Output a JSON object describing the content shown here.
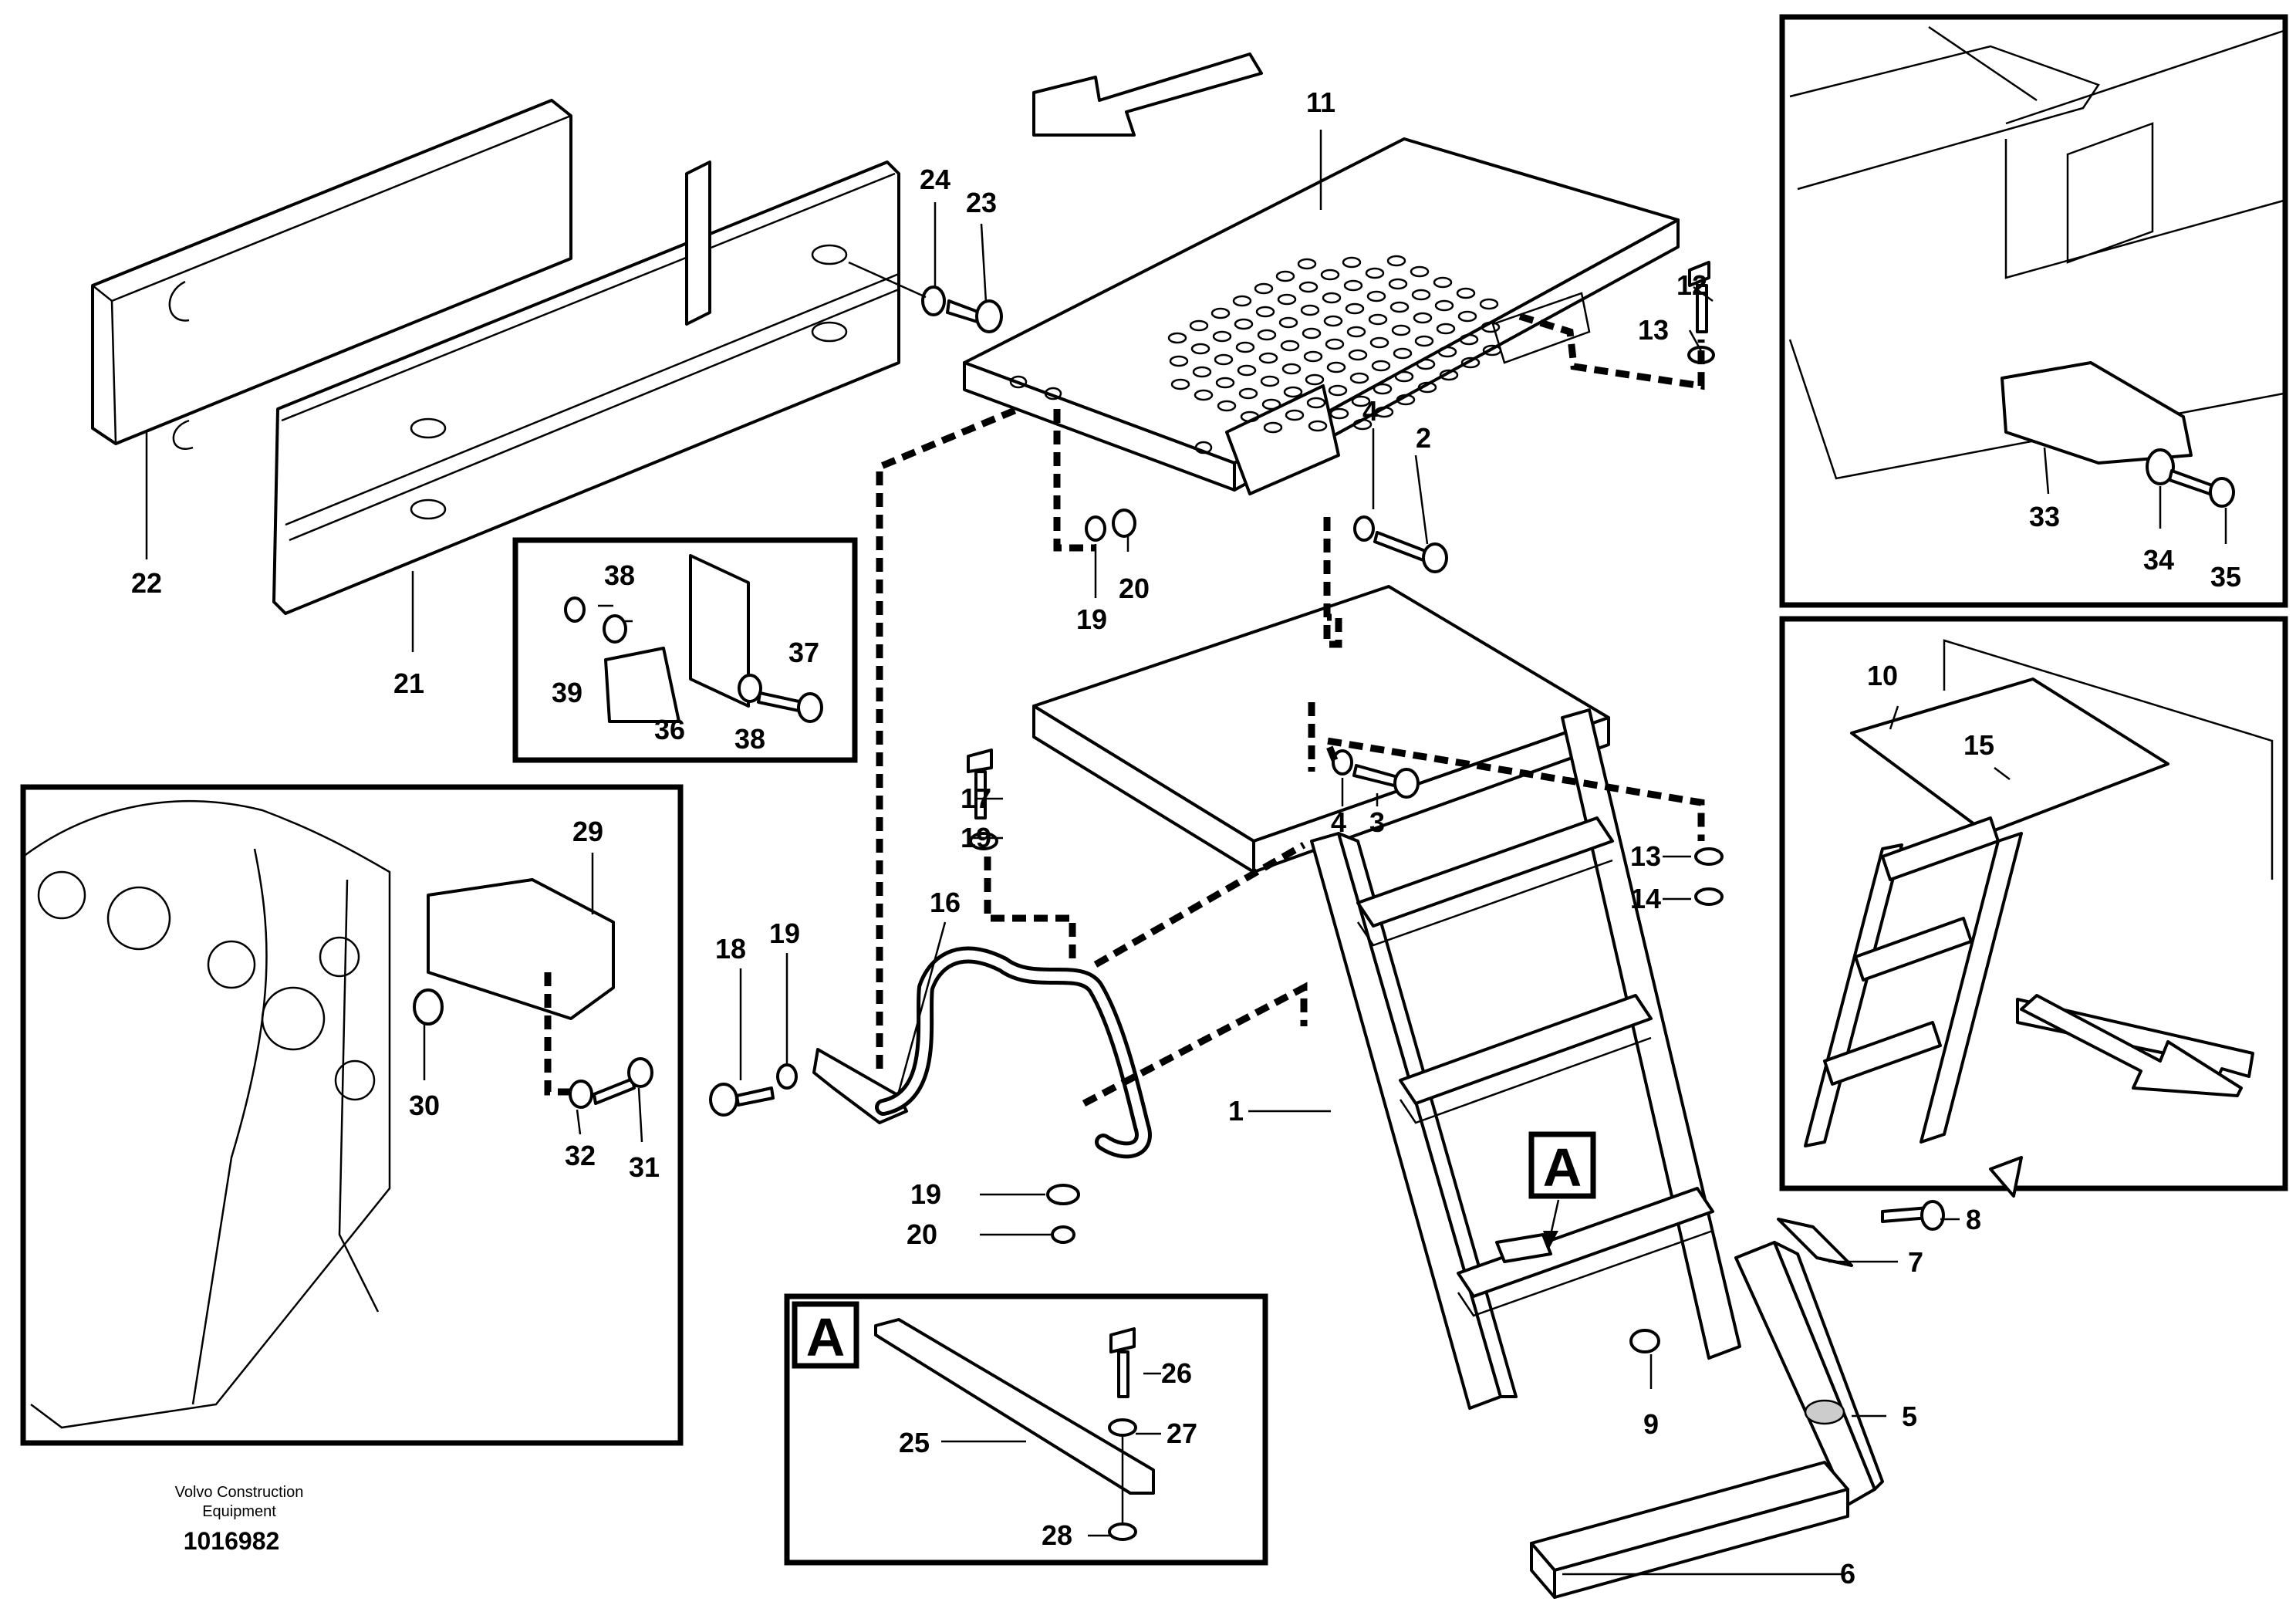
{
  "diagram": {
    "callouts": {
      "p1": "1",
      "p2": "2",
      "p3": "3",
      "p4a": "4",
      "p4b": "4",
      "p5": "5",
      "p6": "6",
      "p7": "7",
      "p8": "8",
      "p9": "9",
      "p10": "10",
      "p11": "11",
      "p12": "12",
      "p13a": "13",
      "p13b": "13",
      "p14": "14",
      "p15": "15",
      "p16": "16",
      "p17": "17",
      "p18": "18",
      "p19a": "19",
      "p19b": "19",
      "p19c": "19",
      "p19d": "19",
      "p20a": "20",
      "p20b": "20",
      "p21": "21",
      "p22": "22",
      "p23": "23",
      "p24": "24",
      "p25": "25",
      "p26": "26",
      "p27": "27",
      "p28": "28",
      "p29": "29",
      "p30": "30",
      "p31": "31",
      "p32": "32",
      "p33": "33",
      "p34": "34",
      "p35": "35",
      "p36": "36",
      "p37": "37",
      "p38a": "38",
      "p38b": "38",
      "p39": "39"
    },
    "detail_marker": "A",
    "detail_box_label": "A",
    "caption": {
      "line1": "Volvo Construction",
      "line2": "Equipment",
      "number": "1016982"
    }
  }
}
